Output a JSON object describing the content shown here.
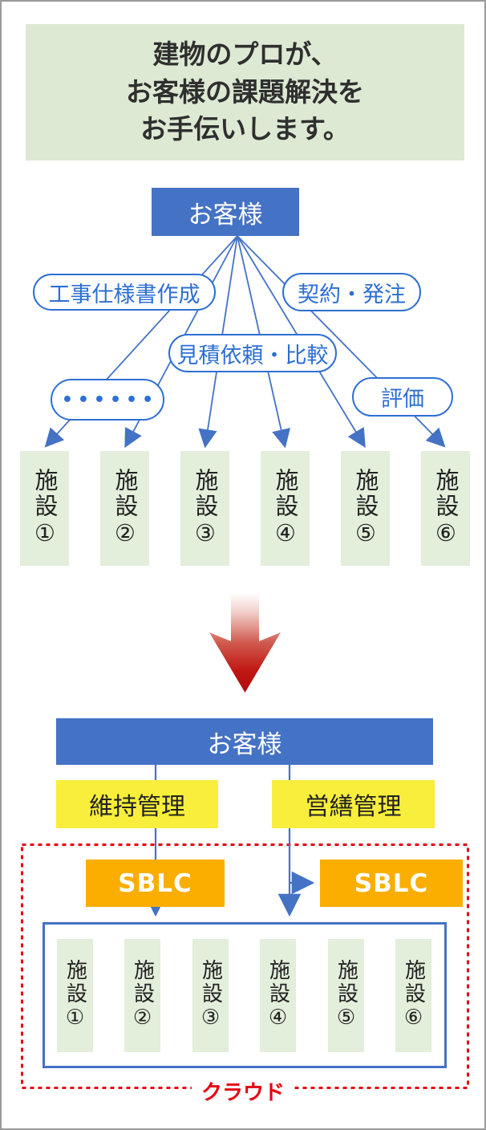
{
  "header": {
    "line1": "建物のプロが、",
    "line2": "お客様の課題解決を",
    "line3": "お手伝いします。"
  },
  "before": {
    "customer_label": "お客様",
    "tasks": {
      "spec": "工事仕様書作成",
      "contract": "契約・発注",
      "estimate": "見積依頼・比較",
      "more": "••••••",
      "evaluate": "評価"
    },
    "facilities": [
      "施設①",
      "施設②",
      "施設③",
      "施設④",
      "施設⑤",
      "施設⑥"
    ]
  },
  "after": {
    "customer_label": "お客様",
    "maintenance_label": "維持管理",
    "repair_label": "営繕管理",
    "sblc_left_label": "SBLC",
    "sblc_right_label": "SBLC",
    "facilities": [
      "施設①",
      "施設②",
      "施設③",
      "施設④",
      "施設⑤",
      "施設⑥"
    ],
    "cloud_label": "クラウド"
  },
  "colors": {
    "header_bg": "#dde9d3",
    "box_blue": "#4472c4",
    "pill_blue": "#2d6fd3",
    "facility_green": "#e3eedb",
    "yellow": "#f8ee3b",
    "orange": "#fbae00",
    "red_accent": "#e60012",
    "arrow_red_dark": "#ae0b0b"
  }
}
